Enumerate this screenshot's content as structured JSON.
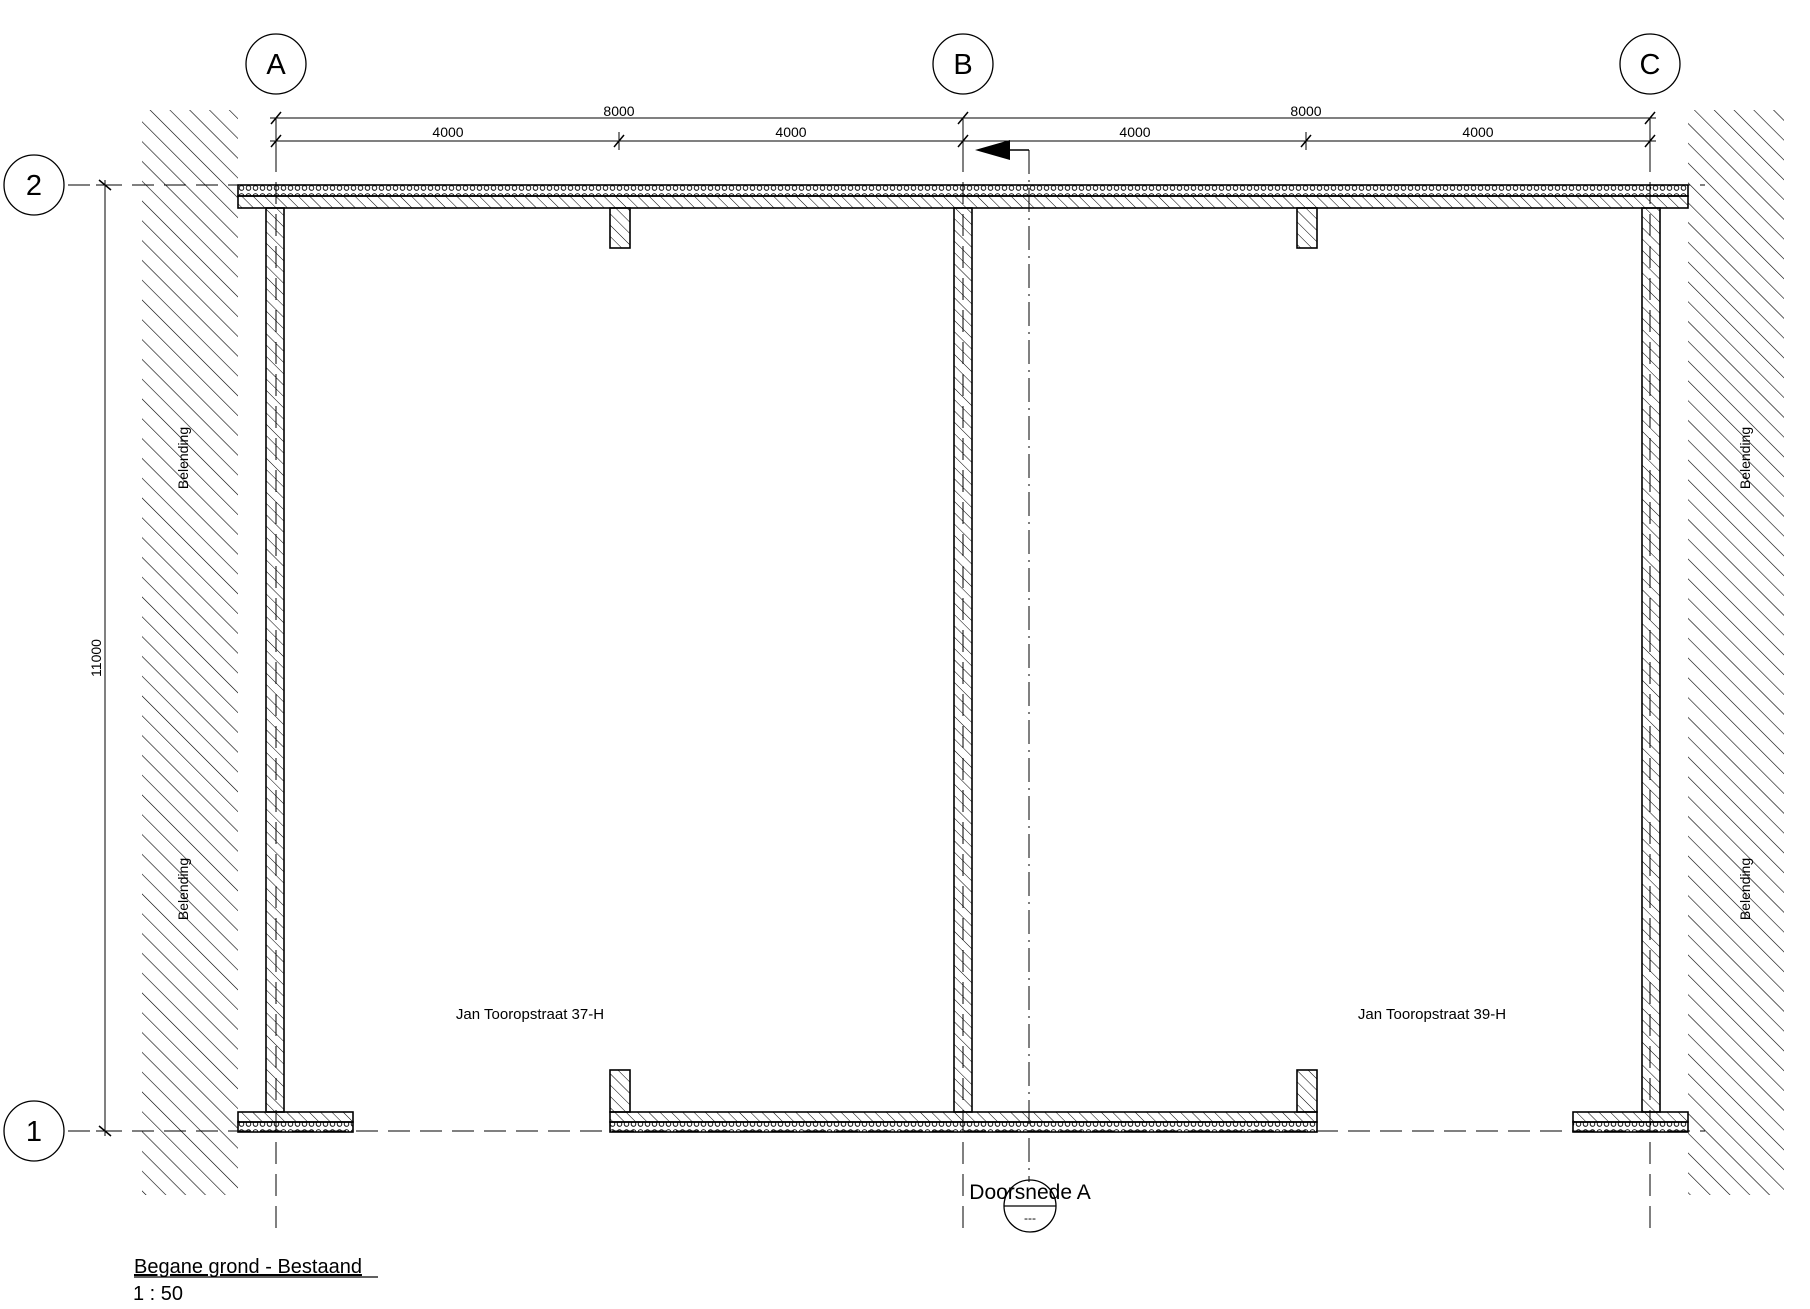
{
  "grid_axes": {
    "vertical": [
      {
        "id": "A",
        "label": "A"
      },
      {
        "id": "B",
        "label": "B"
      },
      {
        "id": "C",
        "label": "C"
      }
    ],
    "horizontal": [
      {
        "id": "2",
        "label": "2"
      },
      {
        "id": "1",
        "label": "1"
      }
    ]
  },
  "dimensions": {
    "overall": [
      "8000",
      "8000"
    ],
    "sub": [
      "4000",
      "4000",
      "4000",
      "4000"
    ],
    "depth": "11000"
  },
  "rooms": [
    {
      "label": "Jan Tooropstraat 37-H"
    },
    {
      "label": "Jan Tooropstraat 39-H"
    }
  ],
  "adjacent_label": "Belending",
  "section": {
    "label": "Doorsnede A",
    "ref": "---"
  },
  "view": {
    "title": "Begane grond - Bestaand",
    "scale": "1 : 50"
  }
}
